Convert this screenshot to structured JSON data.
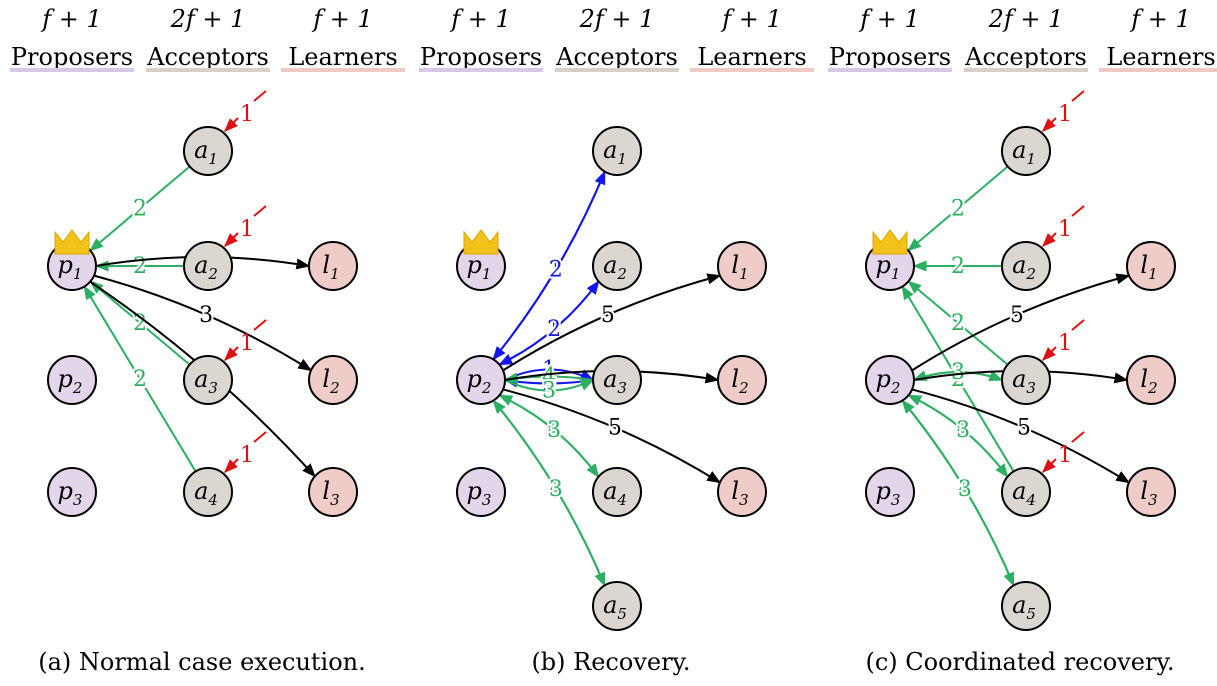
{
  "colors": {
    "proposer_fill": "#e3d5ea",
    "acceptor_fill": "#dcd6d0",
    "learner_fill": "#efccc8",
    "phase1": "#1414ee",
    "phase2": "#2bb062",
    "phase3": "#000000",
    "client": "#e01010",
    "crown": "#f2c21a"
  },
  "columns": [
    {
      "count": "f + 1",
      "label": "Proposers",
      "underline": "#d8c8e8"
    },
    {
      "count": "2f + 1",
      "label": "Acceptors",
      "underline": "#d8d0c8"
    },
    {
      "count": "f + 1",
      "label": "Learners",
      "underline": "#f0c8c4"
    }
  ],
  "panels": [
    {
      "caption": "(a) Normal case execution.",
      "leader": "p1",
      "nodes": [
        "p1",
        "p2",
        "p3",
        "a1",
        "a2",
        "a3",
        "a4",
        "l1",
        "l2",
        "l3"
      ],
      "client_requests": [
        {
          "to": "a1",
          "label": "1"
        },
        {
          "to": "a2",
          "label": "1"
        },
        {
          "to": "a3",
          "label": "1"
        },
        {
          "to": "a4",
          "label": "1"
        }
      ],
      "edges": [
        {
          "from": "a1",
          "to": "p1",
          "label": "2",
          "phase": "phase2"
        },
        {
          "from": "a2",
          "to": "p1",
          "label": "2",
          "phase": "phase2"
        },
        {
          "from": "a3",
          "to": "p1",
          "label": "2",
          "phase": "phase2"
        },
        {
          "from": "a4",
          "to": "p1",
          "label": "2",
          "phase": "phase2"
        },
        {
          "from": "p1",
          "to": "l1",
          "label": "3",
          "phase": "phase3"
        },
        {
          "from": "p1",
          "to": "l2",
          "label": "3",
          "phase": "phase3"
        },
        {
          "from": "p1",
          "to": "l3",
          "label": "3",
          "phase": "phase3"
        }
      ]
    },
    {
      "caption": "(b) Recovery.",
      "leader": "p1",
      "nodes": [
        "p1",
        "p2",
        "p3",
        "a1",
        "a2",
        "a3",
        "a4",
        "a5",
        "l1",
        "l2",
        "l3"
      ],
      "client_requests": [],
      "edges": [
        {
          "from": "p2",
          "to": "a1",
          "label": "1",
          "phase": "phase1"
        },
        {
          "from": "a1",
          "to": "p2",
          "label": "2",
          "phase": "phase1"
        },
        {
          "from": "p2",
          "to": "a2",
          "label": "1",
          "phase": "phase1"
        },
        {
          "from": "a2",
          "to": "p2",
          "label": "2",
          "phase": "phase1"
        },
        {
          "from": "p2",
          "to": "a3",
          "label": "1",
          "phase": "phase1"
        },
        {
          "from": "a3",
          "to": "p2",
          "label": "2",
          "phase": "phase1"
        },
        {
          "from": "a3",
          "to": "p2",
          "label": "4",
          "phase": "phase2"
        },
        {
          "from": "p2",
          "to": "a3",
          "label": "3",
          "phase": "phase2"
        },
        {
          "from": "a4",
          "to": "p2",
          "label": "4",
          "phase": "phase2"
        },
        {
          "from": "p2",
          "to": "a4",
          "label": "3",
          "phase": "phase2"
        },
        {
          "from": "a5",
          "to": "p2",
          "label": "4",
          "phase": "phase2"
        },
        {
          "from": "p2",
          "to": "a5",
          "label": "3",
          "phase": "phase2"
        },
        {
          "from": "p2",
          "to": "l1",
          "label": "5",
          "phase": "phase3"
        },
        {
          "from": "p2",
          "to": "l2",
          "label": "5",
          "phase": "phase3"
        },
        {
          "from": "p2",
          "to": "l3",
          "label": "5",
          "phase": "phase3"
        }
      ]
    },
    {
      "caption": "(c) Coordinated recovery.",
      "leader": "p1",
      "nodes": [
        "p1",
        "p2",
        "p3",
        "a1",
        "a2",
        "a3",
        "a4",
        "a5",
        "l1",
        "l2",
        "l3"
      ],
      "client_requests": [
        {
          "to": "a1",
          "label": "1"
        },
        {
          "to": "a2",
          "label": "1"
        },
        {
          "to": "a3",
          "label": "1"
        },
        {
          "to": "a4",
          "label": "1"
        }
      ],
      "edges": [
        {
          "from": "a1",
          "to": "p1",
          "label": "2",
          "phase": "phase2"
        },
        {
          "from": "a2",
          "to": "p1",
          "label": "2",
          "phase": "phase2"
        },
        {
          "from": "a3",
          "to": "p1",
          "label": "2",
          "phase": "phase2"
        },
        {
          "from": "a4",
          "to": "p1",
          "label": "2",
          "phase": "phase2"
        },
        {
          "from": "a3",
          "to": "p2",
          "label": "4",
          "phase": "phase2"
        },
        {
          "from": "p2",
          "to": "a3",
          "label": "3",
          "phase": "phase2"
        },
        {
          "from": "a4",
          "to": "p2",
          "label": "4",
          "phase": "phase2"
        },
        {
          "from": "p2",
          "to": "a4",
          "label": "3",
          "phase": "phase2"
        },
        {
          "from": "a5",
          "to": "p2",
          "label": "4",
          "phase": "phase2"
        },
        {
          "from": "p2",
          "to": "a5",
          "label": "3",
          "phase": "phase2"
        },
        {
          "from": "p2",
          "to": "l1",
          "label": "5",
          "phase": "phase3"
        },
        {
          "from": "p2",
          "to": "l2",
          "label": "5",
          "phase": "phase3"
        },
        {
          "from": "p2",
          "to": "l3",
          "label": "5",
          "phase": "phase3"
        }
      ]
    }
  ]
}
